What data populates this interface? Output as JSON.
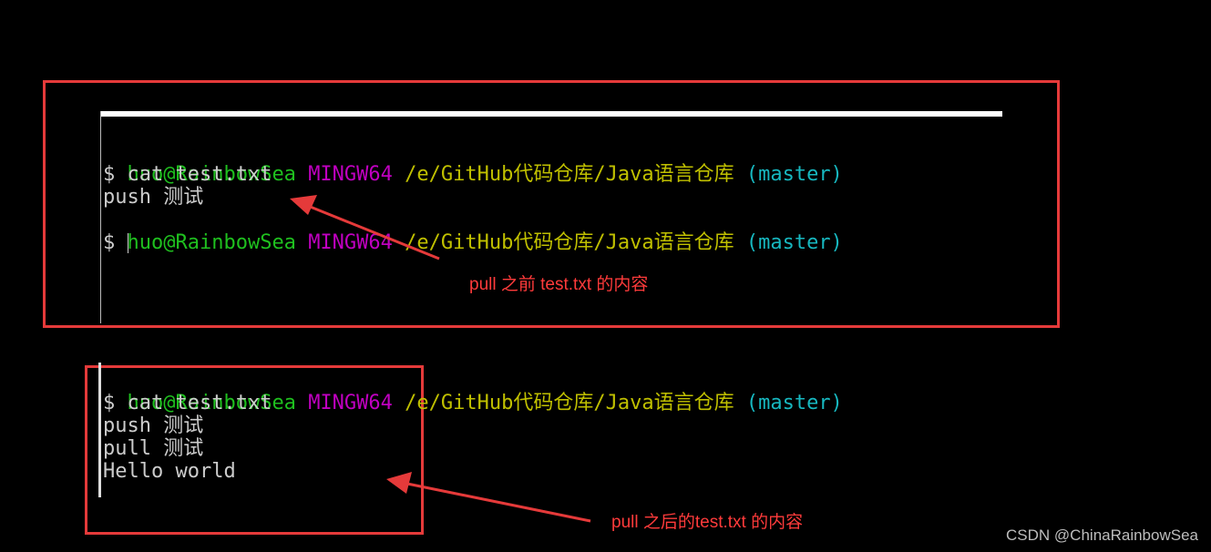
{
  "prompt_user": "huo@RainbowSea",
  "prompt_host": "MINGW64",
  "prompt_path": "/e/GitHub代码仓库/Java语言仓库",
  "prompt_branch": "(master)",
  "top": {
    "command": "$ cat test.txt",
    "output": [
      "push 测试"
    ],
    "next_prompt": "$ "
  },
  "bottom": {
    "command": "$ cat test.txt",
    "output": [
      "push 测试",
      "pull 测试",
      "Hello world"
    ]
  },
  "annotations": {
    "before": "pull 之前 test.txt 的内容",
    "after": "pull 之后的test.txt 的内容"
  },
  "watermark": "CSDN @ChinaRainbowSea",
  "colors": {
    "annotation_red": "#e53a3a",
    "user_green": "#1fc01f",
    "host_magenta": "#c000c0",
    "path_yellow": "#c0c000",
    "branch_cyan": "#17b8c0"
  }
}
